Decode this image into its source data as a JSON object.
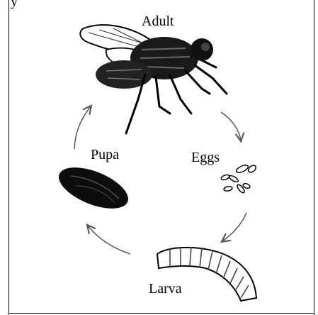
{
  "top_fragment": "y",
  "stages": {
    "adult": "Adult",
    "eggs": "Eggs",
    "larva": "Larva",
    "pupa": "Pupa"
  },
  "colors": {
    "ink": "#000000",
    "background": "#ffffff",
    "arrow": "#555555"
  }
}
